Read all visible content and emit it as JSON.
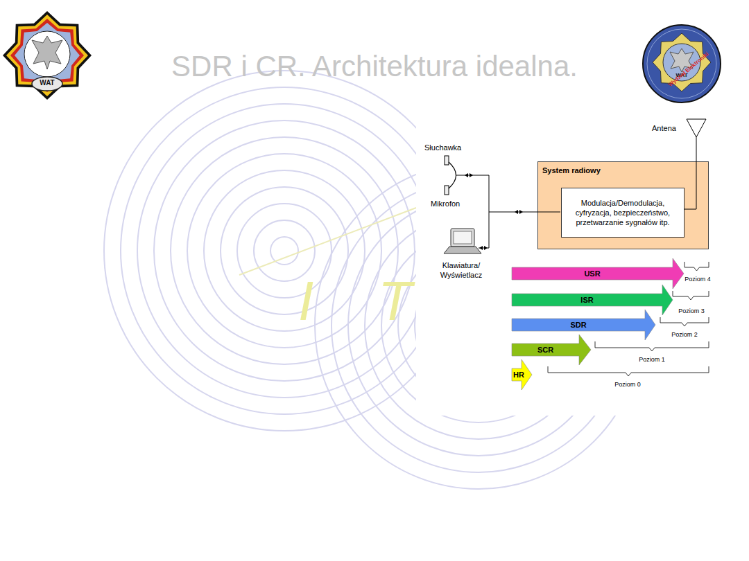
{
  "diagram": {
    "title": "SDR i CR. Architektura idealna.",
    "nodes": [
      {
        "text": [
          "System radiowy"
        ]
      },
      {
        "text": [
          "Modulacja/Demodulacja, cyfryzacja, bezpieczeństwo, przetwarzanie sygnałów itp."
        ],
        "in": 0
      },
      {
        "text": [
          "USR"
        ]
      },
      {
        "text": [
          "ISR"
        ]
      },
      {
        "text": [
          "SDR"
        ]
      },
      {
        "text": [
          "SCR"
        ]
      },
      {
        "text": [
          "HR"
        ]
      }
    ],
    "labels": [
      "Antena",
      "Słuchawka",
      "Mikrofon",
      "Klawiatura/ Wyświetlacz",
      "Poziom 4",
      "Poziom 3",
      "Poziom 2",
      "Poziom 1",
      "Poziom 0",
      "WAT",
      "WAT",
      "Wydział Elektroniki",
      "I",
      "T"
    ]
  }
}
